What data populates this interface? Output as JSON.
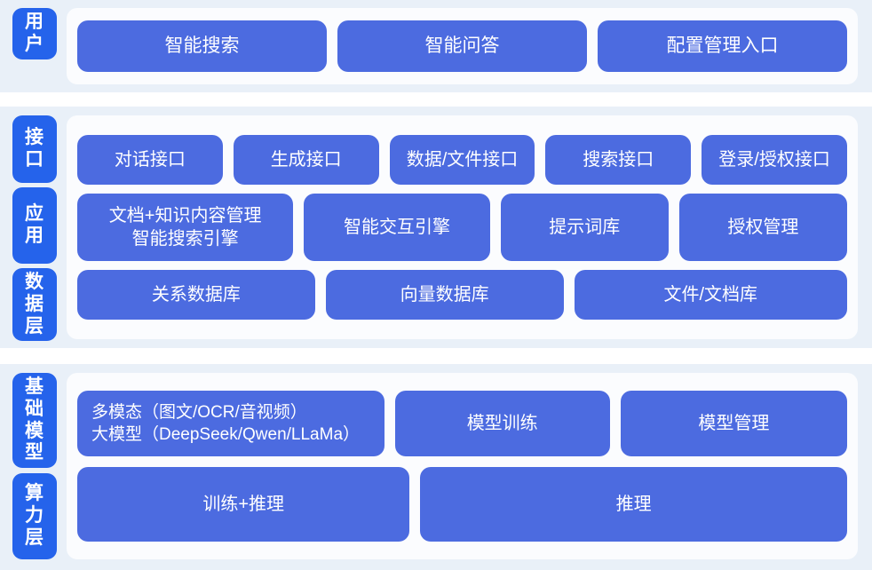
{
  "colors": {
    "page_background": "#ffffff",
    "band_background": "#e9f0f8",
    "panel_background": "#fbfcfe",
    "tab_blue": "#2563eb",
    "card_blue": "#4c6be0",
    "card_text": "#ffffff"
  },
  "groups": [
    {
      "id": "user-group",
      "tabs": [
        {
          "id": "tab-user",
          "label": "用户"
        }
      ],
      "rows": [
        {
          "id": "row-user",
          "cards": [
            {
              "id": "card-smart-search",
              "label": "智能搜索",
              "flex": 1
            },
            {
              "id": "card-smart-qa",
              "label": "智能问答",
              "flex": 1
            },
            {
              "id": "card-config-management-entry",
              "label": "配置管理入口",
              "flex": 1
            }
          ]
        }
      ]
    },
    {
      "id": "middle-group",
      "tabs": [
        {
          "id": "tab-interface",
          "label": "接口"
        },
        {
          "id": "tab-application",
          "label": "应用"
        },
        {
          "id": "tab-data-layer",
          "label": "数据层"
        }
      ],
      "rows": [
        {
          "id": "row-interface",
          "cards": [
            {
              "id": "card-dialog-api",
              "label": "对话接口",
              "flex": 1
            },
            {
              "id": "card-generation-api",
              "label": "生成接口",
              "flex": 1
            },
            {
              "id": "card-data-file-api",
              "label": "数据/文件接口",
              "flex": 1
            },
            {
              "id": "card-search-api",
              "label": "搜索接口",
              "flex": 1
            },
            {
              "id": "card-login-auth-api",
              "label": "登录/授权接口",
              "flex": 1
            }
          ]
        },
        {
          "id": "row-application",
          "cards": [
            {
              "id": "card-doc-knowledge-management",
              "label": "文档+知识内容管理\n智能搜索引擎",
              "flex": 1.32,
              "multiline": true
            },
            {
              "id": "card-smart-interaction-engine",
              "label": "智能交互引擎",
              "flex": 1.12
            },
            {
              "id": "card-prompt-library",
              "label": "提示词库",
              "flex": 1
            },
            {
              "id": "card-authorization-management",
              "label": "授权管理",
              "flex": 1
            }
          ]
        },
        {
          "id": "row-data",
          "cards": [
            {
              "id": "card-relational-database",
              "label": "关系数据库",
              "flex": 1
            },
            {
              "id": "card-vector-database",
              "label": "向量数据库",
              "flex": 1
            },
            {
              "id": "card-file-document-store",
              "label": "文件/文档库",
              "flex": 1.16
            }
          ]
        }
      ]
    },
    {
      "id": "foundation-group",
      "tabs": [
        {
          "id": "tab-foundation-model",
          "label": "基础模型"
        },
        {
          "id": "tab-compute-layer",
          "label": "算力层"
        }
      ],
      "rows": [
        {
          "id": "row-model",
          "cards": [
            {
              "id": "card-multimodal-llm",
              "label": "多模态（图文/OCR/音视频）\n大模型（DeepSeek/Qwen/LLaMa）",
              "flex": 1.44,
              "leftalign": true
            },
            {
              "id": "card-model-training",
              "label": "模型训练",
              "flex": 1
            },
            {
              "id": "card-model-management",
              "label": "模型管理",
              "flex": 1.06
            }
          ]
        },
        {
          "id": "row-compute",
          "cards": [
            {
              "id": "card-training-inference",
              "label": "训练+推理",
              "flex": 1
            },
            {
              "id": "card-inference",
              "label": "推理",
              "flex": 1.3
            }
          ]
        }
      ]
    }
  ]
}
